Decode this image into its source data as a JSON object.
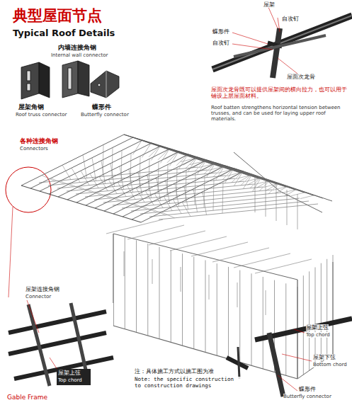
{
  "diagram": {
    "title": "典型屋面节点",
    "labels": [
      "Typical Roof Details",
      "内墙连接角钢",
      "Internal wall connector",
      "屋架角钢",
      "Roof truss connector",
      "蝶形件",
      "Butterfly connector",
      "各种连接角钢",
      "Connectors",
      "屋架",
      "自攻钉",
      "蝶形件",
      "自攻钉",
      "屋面次龙骨",
      "屋面次龙骨既可以提供屋架间的横向拉力，也可以用于铺设上层屋面材料。",
      "Roof batten strengthens horizontal tension between trusses, and can be used for laying upper roof materials.",
      "屋架连接角钢",
      "Connector",
      "屋架上弦",
      "Top chord",
      "Gable Frame",
      "注：具体施工方式以施工图为准",
      "Note: the specific construction to construction drawings",
      "屋架上弦",
      "Top chord",
      "屋架下弦",
      "Bottom chord",
      "蝶形件",
      "Butterfly connector"
    ]
  }
}
